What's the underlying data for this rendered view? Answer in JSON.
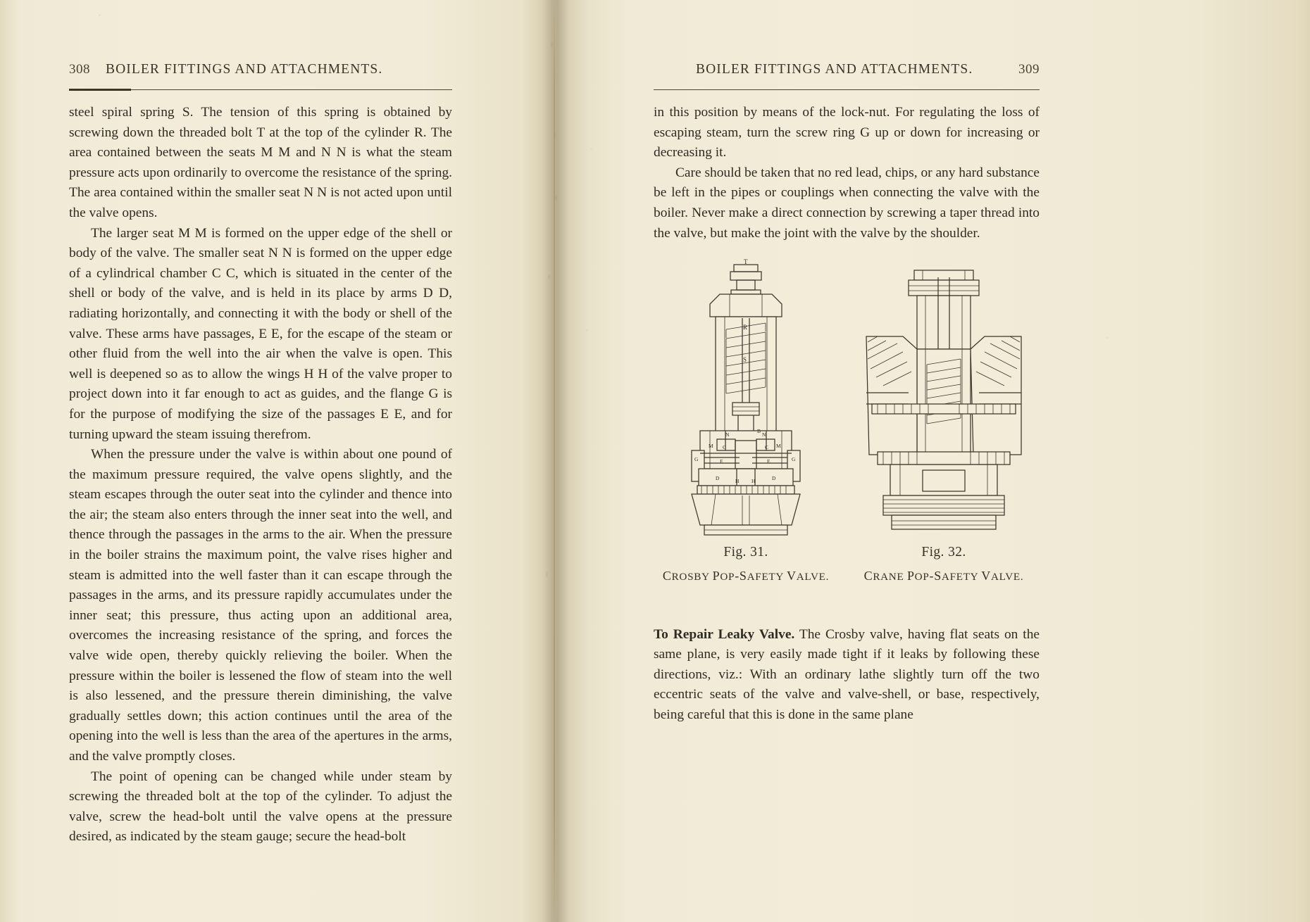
{
  "book": {
    "running_title": "BOILER FITTINGS AND ATTACHMENTS."
  },
  "left_page": {
    "folio": "308",
    "running_title": "BOILER FITTINGS AND ATTACHMENTS.",
    "paragraphs": [
      "steel spiral spring S.   The tension of this spring is obtained by screwing down the threaded bolt T at the top of the cylinder R. The area contained between the seats M M and N N is what the steam pressure acts upon ordinarily to overcome the resistance of the spring.   The area contained within the smaller seat N N is not acted upon until the valve opens.",
      "The larger seat M M is formed on the upper edge of the shell or body of the valve.   The smaller seat N N is formed on the upper edge of a cylindrical chamber C C, which is situated in the center of the shell or body of the valve, and is held in its place by arms D D, radiating horizontally, and connecting it with the body or shell of the valve.   These arms have passages, E E, for the escape of the steam or other fluid from the well into the air when the valve is open.   This well is deepened so as to allow the wings H H of the valve proper to project down into it far enough to act as guides, and the flange G is for the purpose of modifying the size of the passages E E, and for turning upward the steam issuing therefrom.",
      "When the pressure under the valve is within about one pound of the maximum pressure required, the valve opens slightly, and the steam escapes through the outer seat into the cylinder and thence into the air; the steam also enters through the inner seat into the well, and thence through the passages in the arms to the air.   When the pressure in the boiler strains the maximum point, the valve rises higher and steam is admitted into the well faster than it can escape through the passages in the arms, and its pressure rapidly accumulates under the inner seat; this pressure, thus acting upon an additional area, overcomes the increasing resistance of the spring, and forces the valve wide open, thereby quickly relieving the boiler.   When the pressure within the boiler is lessened the flow of steam into the well is also lessened, and the pressure therein diminishing, the valve gradually settles down; this action continues until the area of the opening into the well is less than the area of the apertures in the arms, and the valve promptly closes.",
      "The point of opening can be changed while under steam by screwing the threaded bolt at the top of the cylinder.   To adjust the valve, screw the head-bolt until the valve opens at the pressure desired, as indicated by the steam gauge; secure the head-bolt"
    ]
  },
  "right_page": {
    "folio": "309",
    "running_title": "BOILER FITTINGS AND ATTACHMENTS.",
    "paragraphs_before_figures": [
      "in this position by means of the lock-nut.   For regulating the loss of escaping steam, turn the screw ring G up or down for increasing or decreasing it.",
      "Care should be taken that no red lead, chips, or any hard substance be left in the pipes or couplings when connecting the valve with the boiler.   Never make a direct connection by screwing a taper thread into the valve, but make the joint with the valve by the shoulder."
    ],
    "figures": [
      {
        "number": "Fig. 31.",
        "name_first": "C",
        "name_rest": "ROSBY ",
        "name_full": "CROSBY POP-SAFETY VALVE.",
        "caption_parts": [
          "C",
          "ROSBY ",
          "P",
          "OP",
          "-S",
          "AFETY ",
          "V",
          "ALVE."
        ],
        "labels": [
          "T",
          "R",
          "S",
          "N",
          "N",
          "M",
          "M",
          "C",
          "C",
          "G",
          "G",
          "E",
          "E",
          "D",
          "D",
          "H",
          "H",
          "B"
        ]
      },
      {
        "number": "Fig. 32.",
        "name_full": "CRANE POP-SAFETY VALVE.",
        "caption_parts": [
          "C",
          "RANE ",
          "P",
          "OP",
          "-S",
          "AFETY ",
          "V",
          "ALVE."
        ],
        "labels": []
      }
    ],
    "after_figures": {
      "heading": "To Repair Leaky Valve.",
      "text": "  The Crosby valve, having flat seats on the same plane, is very easily made tight if it leaks by following these directions, viz.:  With an ordinary lathe slightly turn off the two eccentric seats of the valve and valve-shell, or base, respectively, being careful that this is done in the same plane"
    }
  },
  "colors": {
    "paper": "#f2ecd9",
    "ink": "#2e2b22",
    "rule": "#46402f",
    "gutter_shadow": "#6e6040"
  }
}
